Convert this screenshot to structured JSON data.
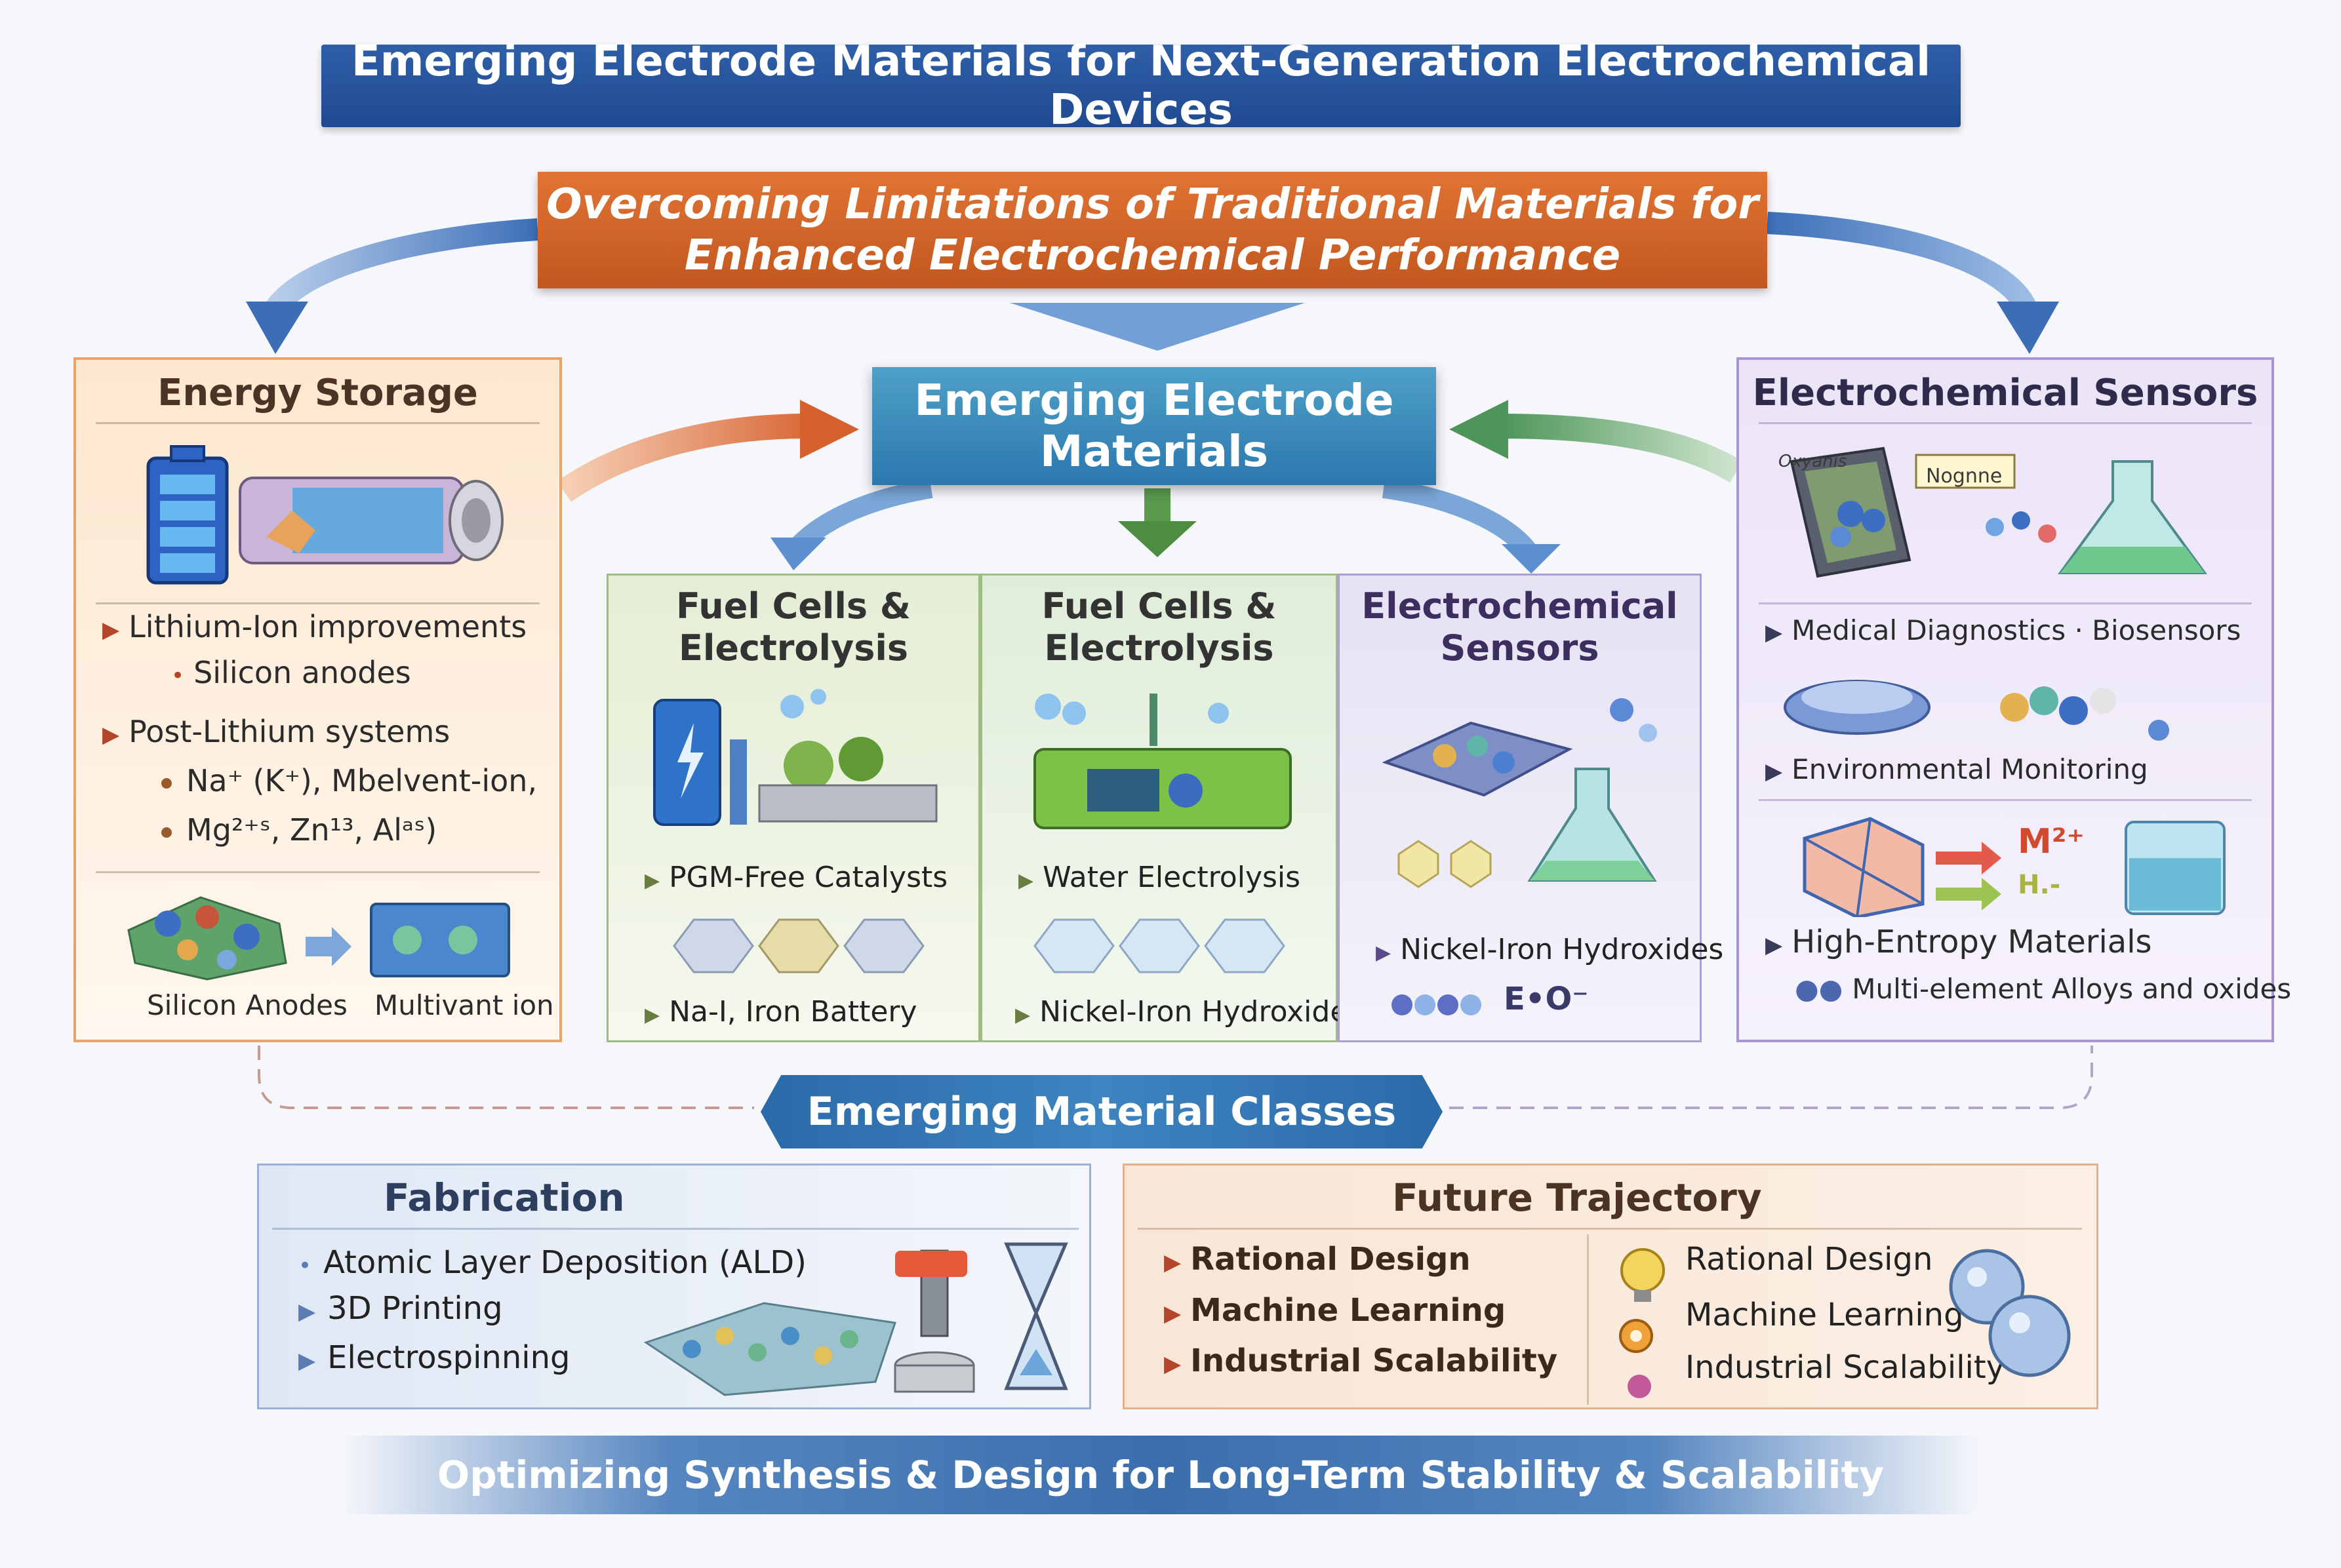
{
  "title": "Emerging Electrode Materials for Next-Generation Electrochemical Devices",
  "subtitle": {
    "line1": "Overcoming Limitations of Traditional Materials for",
    "line2": "Enhanced Electrochemical Performance"
  },
  "center": {
    "line1": "Emerging Electrode",
    "line2": "Materials"
  },
  "energy_storage": {
    "title": "Energy Storage",
    "items": [
      "Lithium-Ion improvements",
      "Silicon anodes",
      "Post-Lithium systems",
      "Na⁺ (K⁺), Mbelvent-ion,",
      "Mg²⁺ˢ, Zn¹³, Alᵃˢ)"
    ],
    "image_labels": [
      "Silicon Anodes",
      "Multivant ion"
    ]
  },
  "columns": [
    {
      "title_line1": "Fuel Cells &",
      "title_line2": "Electrolysis",
      "item1": "PGM-Free Catalysts",
      "item2": "Na-I, Iron Battery"
    },
    {
      "title_line1": "Fuel Cells &",
      "title_line2": "Electrolysis",
      "item1": "Water Electrolysis",
      "item2": "Nickel-Iron Hydroxides"
    },
    {
      "title_line1": "Electrochemical",
      "title_line2": "Sensors",
      "item1": "Nickel-Iron Hydroxides",
      "badge": "E•O⁻"
    }
  ],
  "sensors": {
    "title": "Electrochemical Sensors",
    "device_labels": [
      "Oxyanis",
      "Nognne"
    ],
    "items": [
      "Medical Diagnostics · Biosensors",
      "Environmental Monitoring",
      "High-Entropy Materials",
      "Multi-element Alloys and oxides"
    ],
    "ion_labels": [
      "M²⁺",
      "H.-"
    ]
  },
  "classes_label": "Emerging Material Classes",
  "fabrication": {
    "title": "Fabrication",
    "items": [
      "Atomic Layer Deposition (ALD)",
      "3D Printing",
      "Electrospinning"
    ]
  },
  "future": {
    "title": "Future Trajectory",
    "left_items": [
      "Rational Design",
      "Machine Learning",
      "Industrial Scalability"
    ],
    "right_items": [
      "Rational Design",
      "Machine Learning",
      "Industrial Scalability"
    ]
  },
  "footer": "Optimizing Synthesis & Design for Long-Term Stability & Scalability",
  "colors": {
    "title_blue": "#1f4a90",
    "orange": "#d0622a",
    "teal": "#2a78ae",
    "green": "#5e9a4c",
    "purple": "#a896d3"
  },
  "icons": [
    "battery-icon",
    "cylinder-cell-icon",
    "electrolyzer-icon",
    "flask-icon",
    "petri-dish-icon",
    "bulb-icon",
    "gear-icon",
    "printer-icon",
    "hourglass-icon"
  ]
}
